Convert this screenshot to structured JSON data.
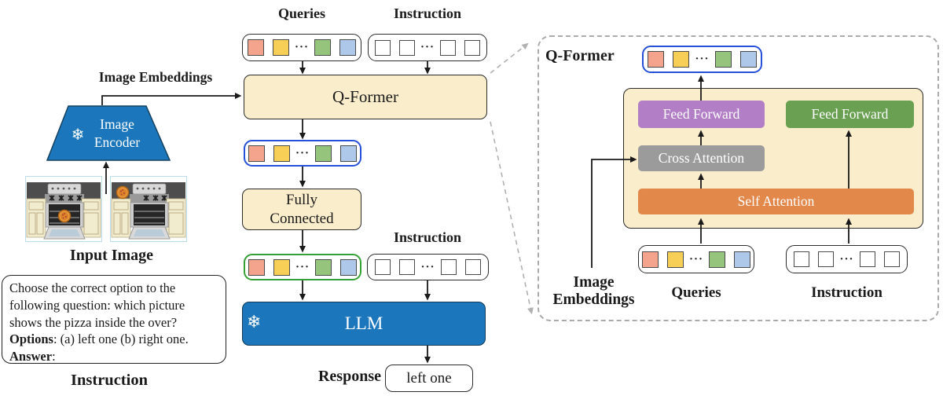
{
  "palette": {
    "cream": "#FAEDCB",
    "blue": "#1C76BC",
    "purple": "#B27FC7",
    "green_ff": "#69A052",
    "gray_ca": "#9B9B9B",
    "orange_sa": "#E2884B",
    "tok_salmon": "#F4A38C",
    "tok_yellow": "#F7CF57",
    "tok_green": "#95C47D",
    "tok_blue": "#ADC8E8",
    "border_blue": "#2750D8",
    "border_green": "#35A135",
    "dash": "#ABABAB"
  },
  "tokens": {
    "dots": "···"
  },
  "left": {
    "image_embeddings_label": "Image Embeddings",
    "encoder": {
      "snowflake": "❄",
      "line1": "Image",
      "line2": "Encoder"
    },
    "input_image_label": "Input Image",
    "instruction_box": {
      "line1": "Choose the correct option to the",
      "line2": "following question: which picture",
      "line3": "shows the pizza inside the over?",
      "options_bold": "Options",
      "options_rest": ": (a) left one (b) right one.",
      "answer_bold": "Answer",
      "answer_rest": ":"
    },
    "instruction_label": "Instruction"
  },
  "middle": {
    "queries_label": "Queries",
    "instruction_label_top": "Instruction",
    "qformer_label": "Q-Former",
    "fully_connected_line1": "Fully",
    "fully_connected_line2": "Connected",
    "instruction_label_mid": "Instruction",
    "llm_snowflake": "❄",
    "llm_label": "LLM",
    "response_label": "Response",
    "response_value": "left one"
  },
  "right": {
    "panel_title": "Q-Former",
    "feed_forward_left": "Feed Forward",
    "feed_forward_right": "Feed Forward",
    "cross_attention": "Cross Attention",
    "self_attention": "Self Attention",
    "image_embeddings_line1": "Image",
    "image_embeddings_line2": "Embeddings",
    "queries_label": "Queries",
    "instruction_label": "Instruction"
  }
}
